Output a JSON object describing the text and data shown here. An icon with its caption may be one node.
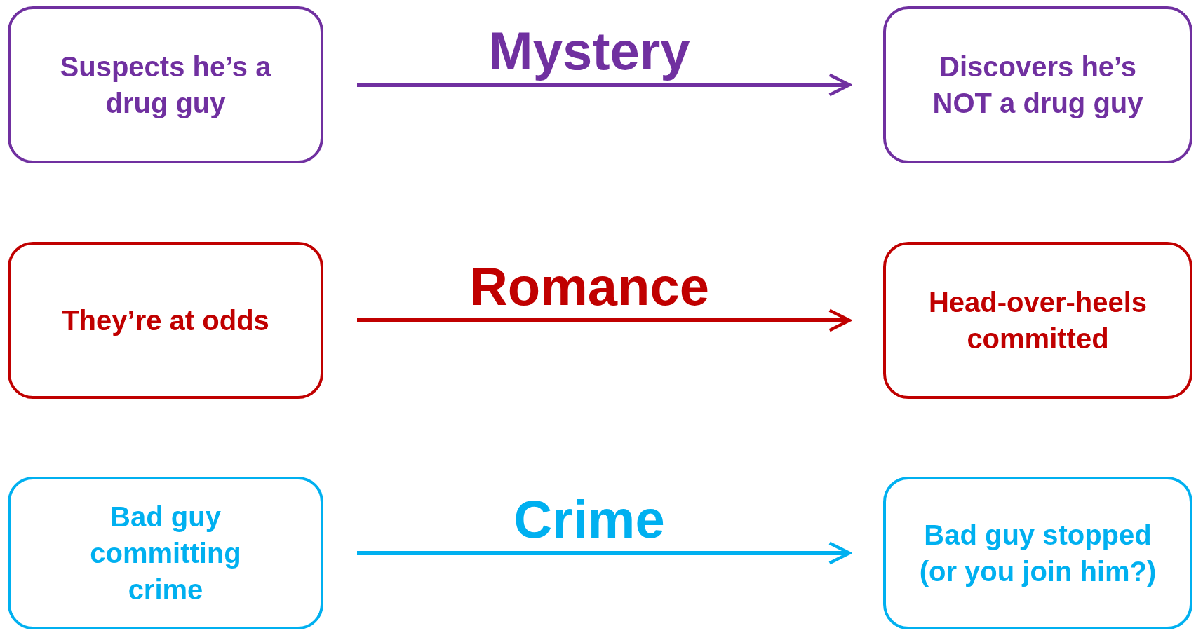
{
  "diagram": {
    "nodes": [
      {
        "text": [
          "Suspects he’s a drug guy"
        ]
      },
      {
        "text": [
          "Discovers he’s NOT a drug guy"
        ]
      },
      {
        "text": [
          "They’re at odds"
        ]
      },
      {
        "text": [
          "Head-over-heels committed"
        ]
      },
      {
        "text": [
          "Bad guy committing crime"
        ]
      },
      {
        "text": [
          "Bad guy stopped (or you join him?)"
        ]
      }
    ],
    "edges": [
      {
        "from": 0,
        "to": 1,
        "arrow": "to",
        "label": "Mystery",
        "color": "#7030a0"
      },
      {
        "from": 2,
        "to": 3,
        "arrow": "to",
        "label": "Romance",
        "color": "#c00000"
      },
      {
        "from": 4,
        "to": 5,
        "arrow": "to",
        "label": "Crime",
        "color": "#00b0f0"
      }
    ]
  }
}
